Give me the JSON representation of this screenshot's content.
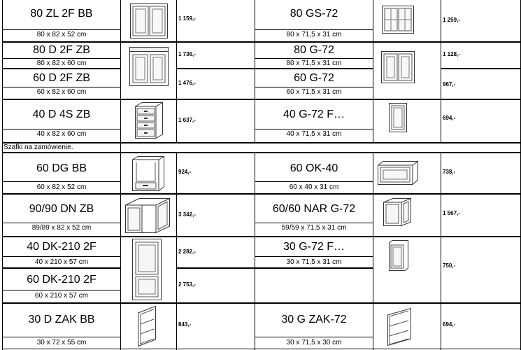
{
  "rows": [
    {
      "left": {
        "name": "80 ZL 2F BB",
        "dim": "80 x 82 x 52 cm",
        "price": "1 159,-"
      },
      "right": {
        "name": "80 GS-72",
        "dim": "80 x 71,5 x 31 cm",
        "price": "1 259,-"
      }
    },
    {
      "left": {
        "name": "80 D 2F ZB",
        "dim": "80 x 82 x 60 cm",
        "price": "1 736,-"
      },
      "right": {
        "name": "80 G-72",
        "dim": "80 x 71,5 x 31 cm",
        "price": "1 128,-"
      }
    },
    {
      "left": {
        "name": "60 D 2F ZB",
        "dim": "60 x 82 x 60 cm",
        "price": "1 476,-"
      },
      "right": {
        "name": "60 G-72",
        "dim": "60 x 71,5 x 31 cm",
        "price": "967,-"
      }
    },
    {
      "left": {
        "name": "40 D 4S ZB",
        "dim": "40 x 82 x 60 cm",
        "price": "1 637,-"
      },
      "right": {
        "name": "40 G-72  F…",
        "dim": "40 x 71,5 x 31 cm",
        "price": "694,-"
      }
    },
    {
      "left": {
        "name": "60 DG BB",
        "dim": "60 x 82 x 52 cm",
        "price": "924,-"
      },
      "right": {
        "name": "60 OK-40",
        "dim": "60 x 40 x 31 cm",
        "price": "738,-"
      }
    },
    {
      "left": {
        "name": "90/90 DN ZB",
        "dim": "89/89 x 82 x 52 cm",
        "price": "3 342,-"
      },
      "right": {
        "name": "60/60 NAR G-72",
        "dim": "59/59 x 71,5 x 31 cm",
        "price": "1 567,-"
      }
    },
    {
      "left": {
        "name": "40 DK-210 2F",
        "dim": "40 x 210 x 57 cm",
        "price": "2 282,-"
      },
      "right": {
        "name": "30 G-72  F…",
        "dim": "30 x 71,5 x 31 cm",
        "price": "750,-"
      }
    },
    {
      "left": {
        "name": "60 DK-210 2F",
        "dim": "60 x 210 x 57 cm",
        "price": "2 753,-"
      }
    },
    {
      "left": {
        "name": "30 D ZAK BB",
        "dim": "30 x 72 x 55 cm",
        "price": "843,-"
      },
      "right": {
        "name": "30 G ZAK-72",
        "dim": "30 x 71,5 x 30 cm",
        "price": "694,-"
      }
    }
  ],
  "note": "Szafki na zamówienie.",
  "icons": [
    "base-cabinet-2-door-icon",
    "wall-glass-cabinet-icon",
    "base-cabinet-2-door-icon",
    "wall-cabinet-2-door-icon",
    "drawer-cabinet-icon",
    "wall-cabinet-1-door-icon",
    "oven-cabinet-icon",
    "hood-cabinet-icon",
    "corner-base-cabinet-icon",
    "corner-wall-cabinet-icon",
    "tall-cabinet-icon",
    "wall-cabinet-1-door-icon",
    "open-end-shelf-icon",
    "open-shelf-wall-icon"
  ]
}
